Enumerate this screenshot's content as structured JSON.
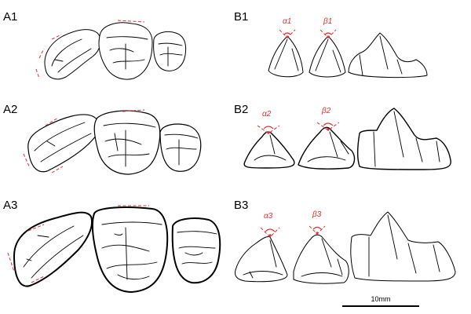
{
  "panels": {
    "a1": "A1",
    "a2": "A2",
    "a3": "A3",
    "b1": "B1",
    "b2": "B2",
    "b3": "B3"
  },
  "angles": {
    "alpha1": "α1",
    "beta1": "β1",
    "alpha2": "α2",
    "beta2": "β2",
    "alpha3": "α3",
    "beta3": "β3"
  },
  "scale_bar": {
    "label": "10mm"
  },
  "colors": {
    "annotation": "#e03030",
    "outline": "#000000"
  }
}
